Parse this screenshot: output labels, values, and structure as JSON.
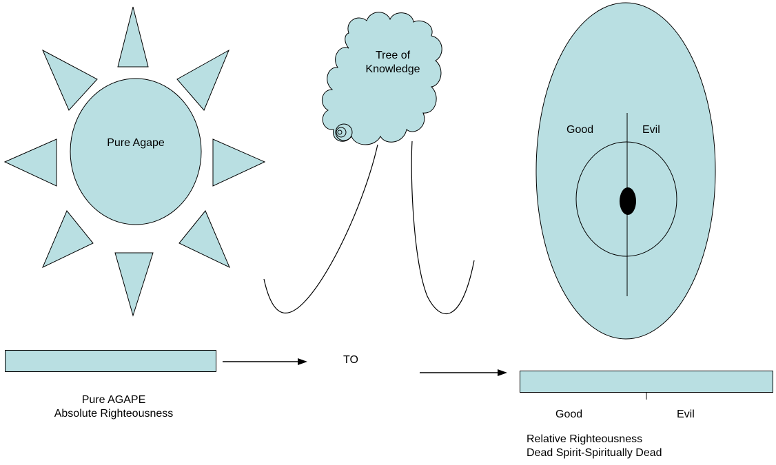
{
  "diagram": {
    "fill_color": "#b9dfe2",
    "stroke_color": "#000000",
    "sun": {
      "label": "Pure Agape"
    },
    "tree": {
      "label_line1": "Tree of",
      "label_line2": "Knowledge"
    },
    "oval": {
      "left_label": "Good",
      "right_label": "Evil"
    },
    "middle_text": "TO",
    "left_bar": {
      "caption_line1": "Pure AGAPE",
      "caption_line2": "Absolute Righteousness"
    },
    "right_bar": {
      "left_label": "Good",
      "right_label": "Evil",
      "caption_line1": "Relative Righteousness",
      "caption_line2": "Dead Spirit-Spiritually Dead"
    }
  }
}
